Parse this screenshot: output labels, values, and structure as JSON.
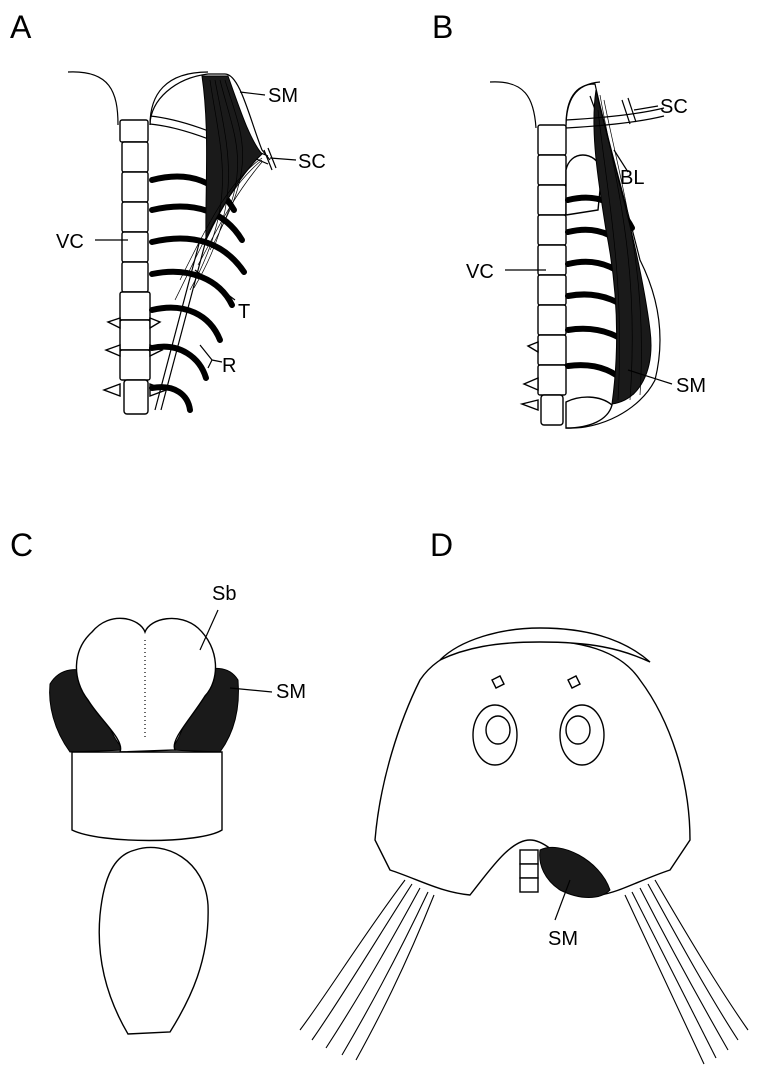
{
  "panels": {
    "A": {
      "letter": "A",
      "labels": {
        "sm": "SM",
        "sc": "SC",
        "vc": "VC",
        "t": "T",
        "r": "R"
      }
    },
    "B": {
      "letter": "B",
      "labels": {
        "sc": "SC",
        "bl": "BL",
        "vc": "VC",
        "sm": "SM"
      }
    },
    "C": {
      "letter": "C",
      "labels": {
        "sb": "Sb",
        "sm": "SM"
      }
    },
    "D": {
      "letter": "D",
      "labels": {
        "sm": "SM"
      }
    }
  }
}
